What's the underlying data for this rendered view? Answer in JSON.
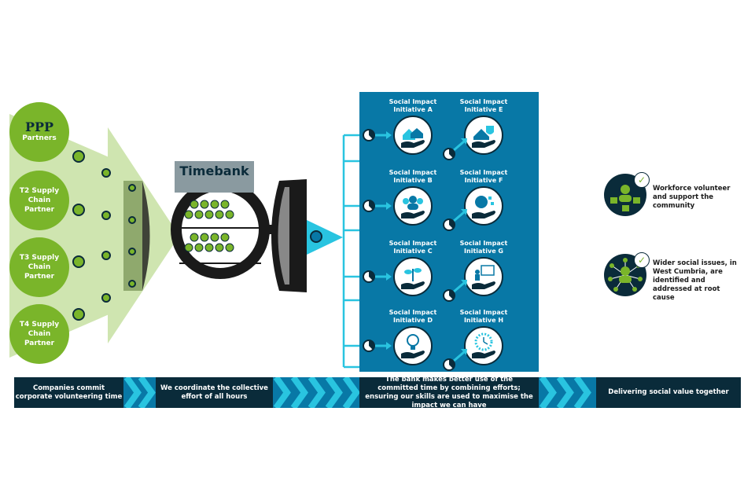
{
  "partners": [
    {
      "top": "PPP",
      "bottom": "Partners"
    },
    {
      "label": "T2 Supply Chain Partner"
    },
    {
      "label": "T3 Supply Chain Partner"
    },
    {
      "label": "T4 Supply Chain Partner"
    }
  ],
  "timebank": {
    "title": "Timebank"
  },
  "initiatives": [
    {
      "label": "Social Impact Initiative A",
      "icon": "houses-hand-icon"
    },
    {
      "label": "Social Impact Initiative B",
      "icon": "people-hand-icon"
    },
    {
      "label": "Social Impact Initiative C",
      "icon": "seedling-hand-icon"
    },
    {
      "label": "Social Impact Initiative D",
      "icon": "lightbulb-hand-icon"
    },
    {
      "label": "Social Impact Initiative E",
      "icon": "house-shield-hand-icon"
    },
    {
      "label": "Social Impact Initiative F",
      "icon": "head-puzzle-hand-icon"
    },
    {
      "label": "Social Impact Initiative G",
      "icon": "teacher-board-hand-icon"
    },
    {
      "label": "Social Impact Initiative H",
      "icon": "clock-hand-icon"
    }
  ],
  "banner": [
    "Companies commit corporate volunteering time",
    "We coordinate the collective effort of all hours",
    "The bank makes better use of the committed time by combining efforts; ensuring our skills are used to maximise the impact we can have",
    "Delivering social value together"
  ],
  "outcomes": [
    "Workforce volunteer and support the community",
    "Wider social issues, in West Cumbria, are identified and addressed at root cause"
  ],
  "colors": {
    "green": "#7ab52a",
    "light_green": "#cfe5b0",
    "navy": "#0a2b3a",
    "blue": "#0878a6",
    "cyan": "#29c4e0"
  }
}
